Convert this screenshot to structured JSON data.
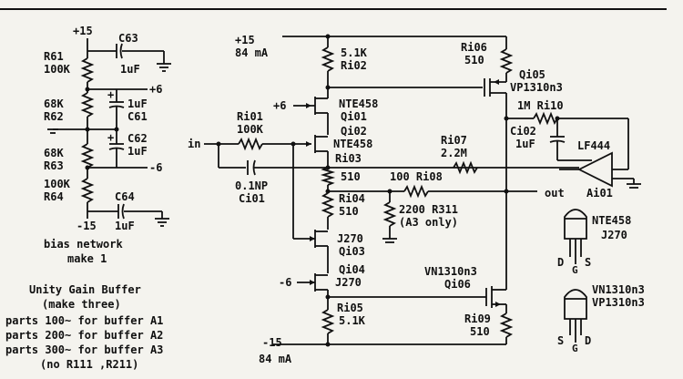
{
  "bias": {
    "supply_top": "+15",
    "supply_bottom": "-15",
    "R61_name": "R61",
    "R61_val": "100K",
    "R62_val": "68K",
    "R62_name": "R62",
    "R63_val": "68K",
    "R63_name": "R63",
    "R64_val": "100K",
    "R64_name": "R64",
    "C63_name": "C63",
    "C63_val": "1uF",
    "C61_val": "1uF",
    "C61_name": "C61",
    "C62_name": "C62",
    "C62_val": "1uF",
    "C64_name": "C64",
    "C64_val": "1uF",
    "rail_p6": "+6",
    "rail_m6": "-6",
    "caption_line1": "bias network",
    "caption_line2": "make 1"
  },
  "buffer": {
    "supply_top": "+15",
    "current_top": "84 mA",
    "supply_bottom": "-15",
    "current_bottom": "84 mA",
    "R102_val": "5.1K",
    "R102_name": "Ri02",
    "R106_name": "Ri06",
    "R106_val": "510",
    "Q105_name": "Qi05",
    "Q105_part": "VP1310n3",
    "in_label": "in",
    "R101_name": "Ri01",
    "R101_val": "100K",
    "p6_label": "+6",
    "Q101_part": "NTE458",
    "Q101_name": "Qi01",
    "Q102_name": "Qi02",
    "Q102_part": "NTE458",
    "R103_name": "Ri03",
    "R103_val": "510",
    "C101_val": "0.1NP",
    "C101_name": "Ci01",
    "R110_label": "1M Ri10",
    "C102_name": "Ci02",
    "C102_val": "1uF",
    "opamp_part": "LF444",
    "opamp_name": "Ai01",
    "R107_name": "Ri07",
    "R107_val": "2.2M",
    "R108_label": "100 Ri08",
    "out_label": "out",
    "R104_name": "Ri04",
    "R104_val": "510",
    "R311_label": "2200 R311",
    "R311_note": "(A3 only)",
    "Q103_part": "J270",
    "Q103_name": "Qi03",
    "m6_label": "-6",
    "Q104_name": "Qi04",
    "Q104_part": "J270",
    "Q106_part": "VN1310n3",
    "Q106_name": "Qi06",
    "R105_name": "Ri05",
    "R105_val": "5.1K",
    "R109_name": "Ri09",
    "R109_val": "510"
  },
  "notes": {
    "title": "Unity Gain Buffer",
    "subtitle": "(make three)",
    "line1": "parts 100~ for buffer A1",
    "line2": "parts 200~ for buffer A2",
    "line3": "parts 300~ for buffer A3",
    "line4": "(no R111 ,R211)"
  },
  "pinouts": {
    "jfet_line1": "NTE458",
    "jfet_line2": "J270",
    "jfet_pins": [
      "D",
      "G",
      "S"
    ],
    "mos_line1": "VN1310n3",
    "mos_line2": "VP1310n3",
    "mos_pins": [
      "S",
      "G",
      "D"
    ]
  }
}
